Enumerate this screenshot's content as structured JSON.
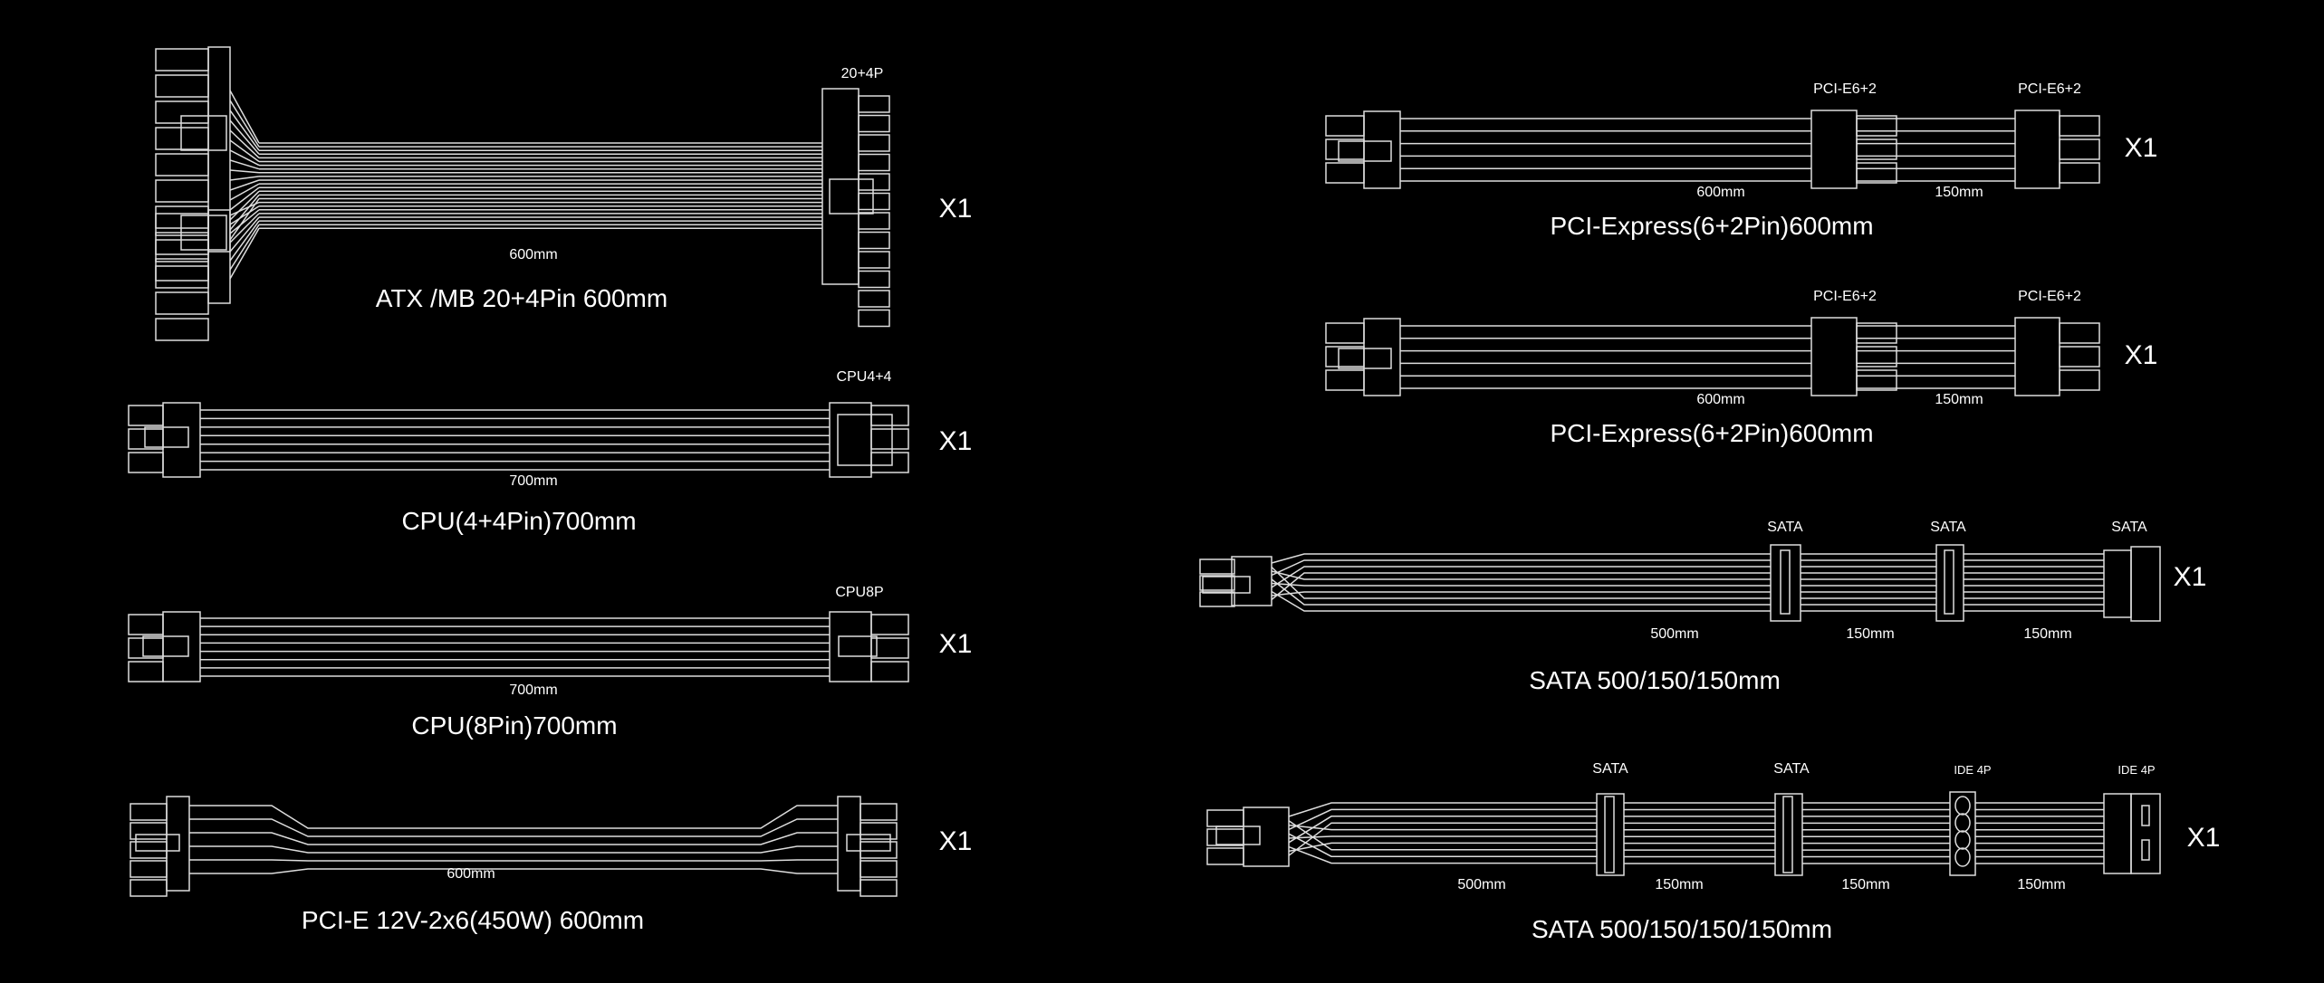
{
  "colors": {
    "background": "#000000",
    "line": "#dddddd",
    "text": "#ffffff"
  },
  "cables": [
    {
      "title": "ATX /MB 20+4Pin 600mm",
      "connectors": [
        "20+4P"
      ],
      "lengths": [
        "600mm"
      ],
      "quantity": "X1"
    },
    {
      "title": "CPU(4+4Pin)700mm",
      "connectors": [
        "CPU4+4"
      ],
      "lengths": [
        "700mm"
      ],
      "quantity": "X1"
    },
    {
      "title": "CPU(8Pin)700mm",
      "connectors": [
        "CPU8P"
      ],
      "lengths": [
        "700mm"
      ],
      "quantity": "X1"
    },
    {
      "title": "PCI-E 12V-2x6(450W) 600mm",
      "connectors": [],
      "lengths": [
        "600mm"
      ],
      "quantity": "X1"
    },
    {
      "title": "PCI-Express(6+2Pin)600mm",
      "connectors": [
        "PCI-E6+2",
        "PCI-E6+2"
      ],
      "lengths": [
        "600mm",
        "150mm"
      ],
      "quantity": "X1"
    },
    {
      "title": "PCI-Express(6+2Pin)600mm",
      "connectors": [
        "PCI-E6+2",
        "PCI-E6+2"
      ],
      "lengths": [
        "600mm",
        "150mm"
      ],
      "quantity": "X1"
    },
    {
      "title": "SATA 500/150/150mm",
      "connectors": [
        "SATA",
        "SATA",
        "SATA"
      ],
      "lengths": [
        "500mm",
        "150mm",
        "150mm"
      ],
      "quantity": "X1"
    },
    {
      "title": "SATA 500/150/150/150mm",
      "connectors": [
        "SATA",
        "SATA",
        "IDE 4P",
        "IDE 4P"
      ],
      "lengths": [
        "500mm",
        "150mm",
        "150mm",
        "150mm"
      ],
      "quantity": "X1"
    }
  ]
}
